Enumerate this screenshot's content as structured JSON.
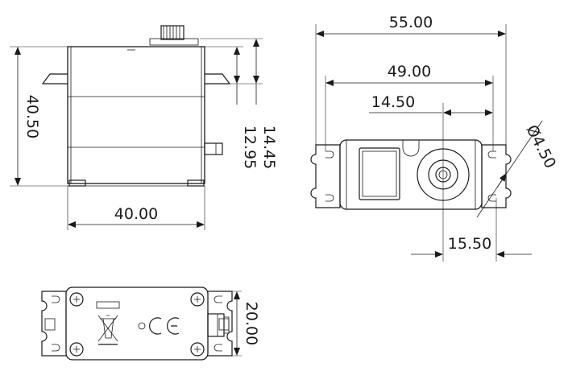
{
  "dimensions": {
    "side_height": "40.50",
    "side_width": "40.00",
    "side_upper_a": "14.45",
    "side_upper_b": "12.95",
    "top_overall": "55.00",
    "top_mount": "49.00",
    "top_shaft_offset": "14.50",
    "top_hole_offset": "15.50",
    "hole_diameter": "Ø4.50",
    "bottom_depth": "20.00"
  }
}
